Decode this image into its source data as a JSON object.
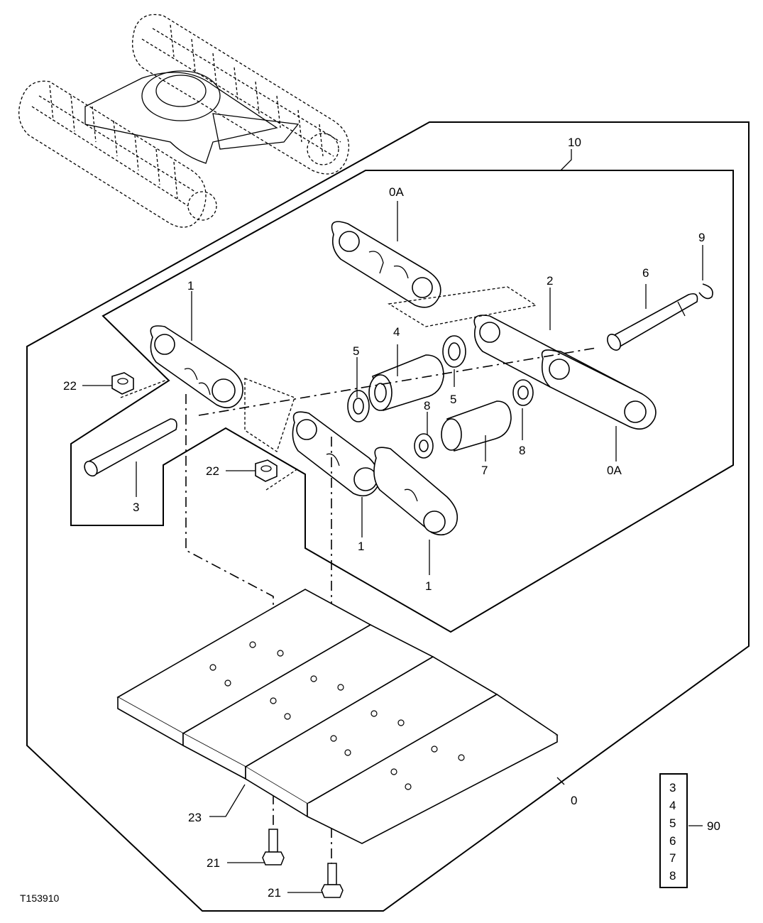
{
  "diagram": {
    "figure_id": "T153910",
    "callouts": {
      "assembly_10": "10",
      "assembly_0": "0",
      "master_link_top": "0A",
      "master_link_right": "0A",
      "pin_9": "9",
      "pin_6": "6",
      "link_2": "2",
      "bushing_4": "4",
      "seal_5_left": "5",
      "seal_5_right": "5",
      "link_1_top": "1",
      "nut_22_top": "22",
      "nut_22_mid": "22",
      "pin_3": "3",
      "spacer_8_mid": "8",
      "spacer_8_right": "8",
      "bushing_7": "7",
      "link_1_mid": "1",
      "link_1_bottom": "1",
      "shoe_23": "23",
      "bolt_21_top": "21",
      "bolt_21_bottom": "21"
    },
    "kit": {
      "items": [
        "3",
        "4",
        "5",
        "6",
        "7",
        "8"
      ],
      "label": "90"
    }
  }
}
